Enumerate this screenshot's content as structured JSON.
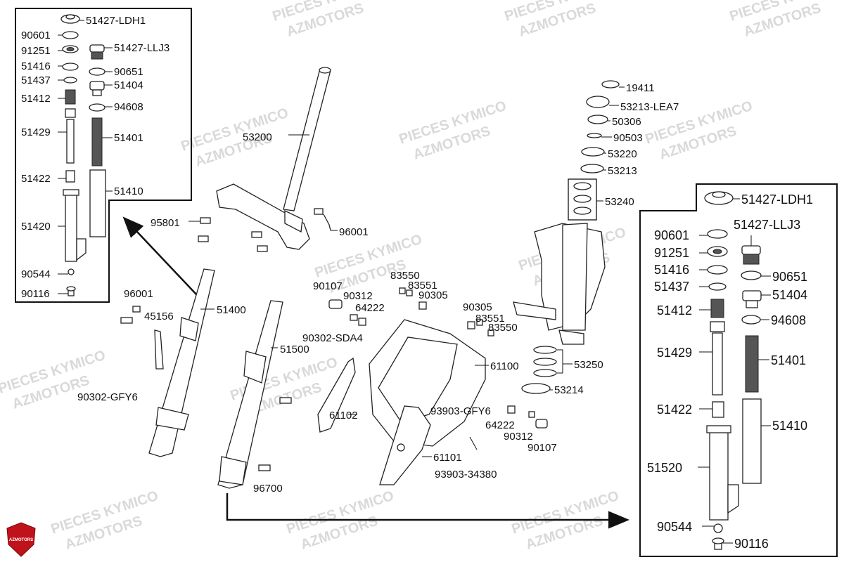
{
  "watermark": {
    "line1": "PIECES KYMICO",
    "line2": "AZMOTORS"
  },
  "logo": {
    "text": "AZMOTORS",
    "color": "#c0121b"
  },
  "left_inset": {
    "labels": [
      "51427-LDH1",
      "90601",
      "91251",
      "51427-LLJ3",
      "51416",
      "90651",
      "51437",
      "51404",
      "51412",
      "94608",
      "51429",
      "51401",
      "51422",
      "51410",
      "51420",
      "90544",
      "90116"
    ]
  },
  "right_inset": {
    "labels": [
      "51427-LDH1",
      "90601",
      "51427-LLJ3",
      "91251",
      "51416",
      "90651",
      "51437",
      "51404",
      "51412",
      "94608",
      "51429",
      "51401",
      "51422",
      "51410",
      "51520",
      "90544",
      "90116"
    ]
  },
  "main": {
    "labels": {
      "p53200": "53200",
      "p95801": "95801",
      "p96001a": "96001",
      "p96001b": "96001",
      "p45156": "45156",
      "p51400": "51400",
      "p51500": "51500",
      "p90302gfy6": "90302-GFY6",
      "p96700": "96700",
      "p83550a": "83550",
      "p83551a": "83551",
      "p90107a": "90107",
      "p90312a": "90312",
      "p90305a": "90305",
      "p64222a": "64222",
      "p90302sda4": "90302-SDA4",
      "p61102": "61102",
      "p61100": "61100",
      "p90305b": "90305",
      "p83551b": "83551",
      "p83550b": "83550",
      "p93903gfy6": "93903-GFY6",
      "p64222b": "64222",
      "p90312b": "90312",
      "p90107b": "90107",
      "p61101": "61101",
      "p9390334380": "93903-34380",
      "p19411": "19411",
      "p53213lea7": "53213-LEA7",
      "p50306": "50306",
      "p90503": "90503",
      "p53220": "53220",
      "p53213": "53213",
      "p53240": "53240",
      "p53250": "53250",
      "p53214": "53214"
    }
  }
}
